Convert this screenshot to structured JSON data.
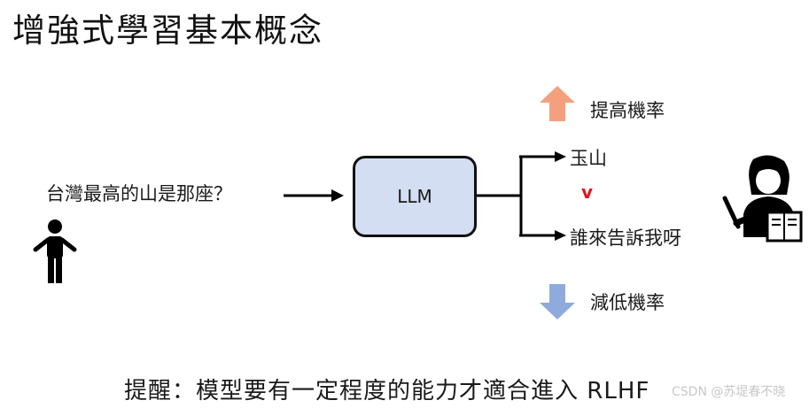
{
  "title": "增強式學習基本概念",
  "question": "台灣最高的山是那座？",
  "model_label": "LLM",
  "outputs": {
    "top": "玉山",
    "bottom": "誰來告訴我呀"
  },
  "probability": {
    "increase": "提高機率",
    "decrease": "減低機率"
  },
  "feedback_mark": "v",
  "reminder": "提醒：模型要有一定程度的能力才適合進入 RLHF",
  "watermark": "CSDN @苏堤春不晓",
  "colors": {
    "llm_fill": "#d4def2",
    "up_arrow": "#f4a07d",
    "down_arrow": "#8faadc",
    "feedback_mark": "#e3161b"
  }
}
